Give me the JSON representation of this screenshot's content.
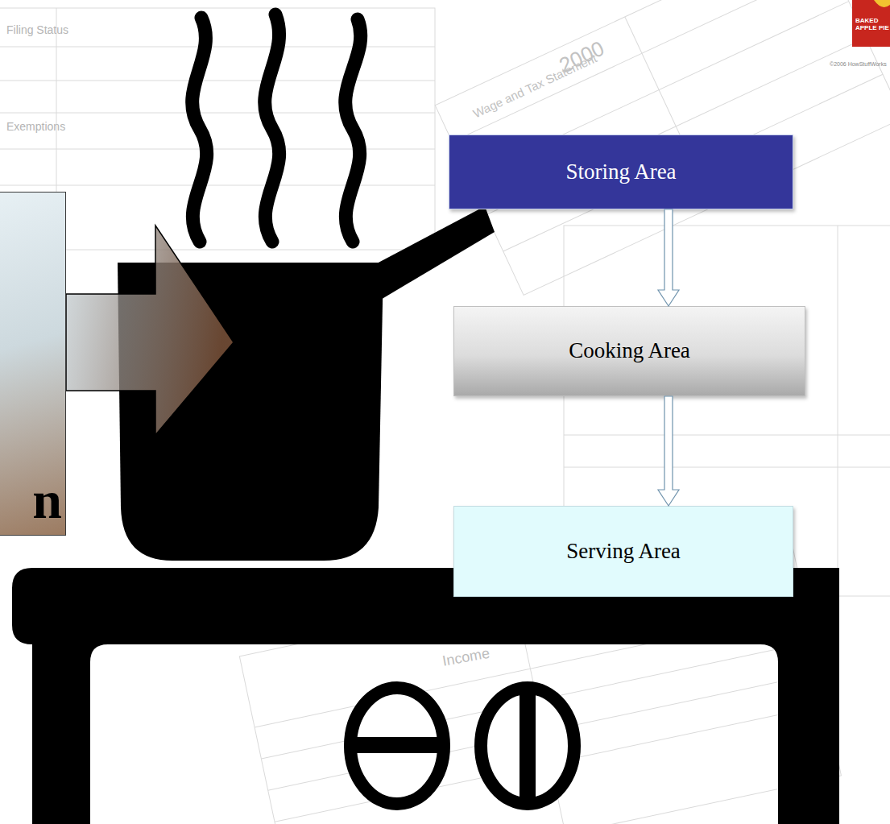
{
  "diagram": {
    "nodes": [
      {
        "text": [
          "n"
        ]
      },
      {
        "text": [
          "Storing Area"
        ]
      },
      {
        "text": [
          "Cooking Area"
        ]
      },
      {
        "text": [
          "Serving Area"
        ]
      }
    ],
    "edges": [
      {
        "from": 1,
        "to": 2,
        "arrow": "to"
      },
      {
        "from": 2,
        "to": 3,
        "arrow": "to"
      }
    ],
    "labels": [
      "Filing Status",
      "Exemptions",
      "2000",
      "Wage and Tax Statement",
      "Income",
      "BAKED APPLE PIE",
      "©2006 HowStuffWorks"
    ]
  }
}
